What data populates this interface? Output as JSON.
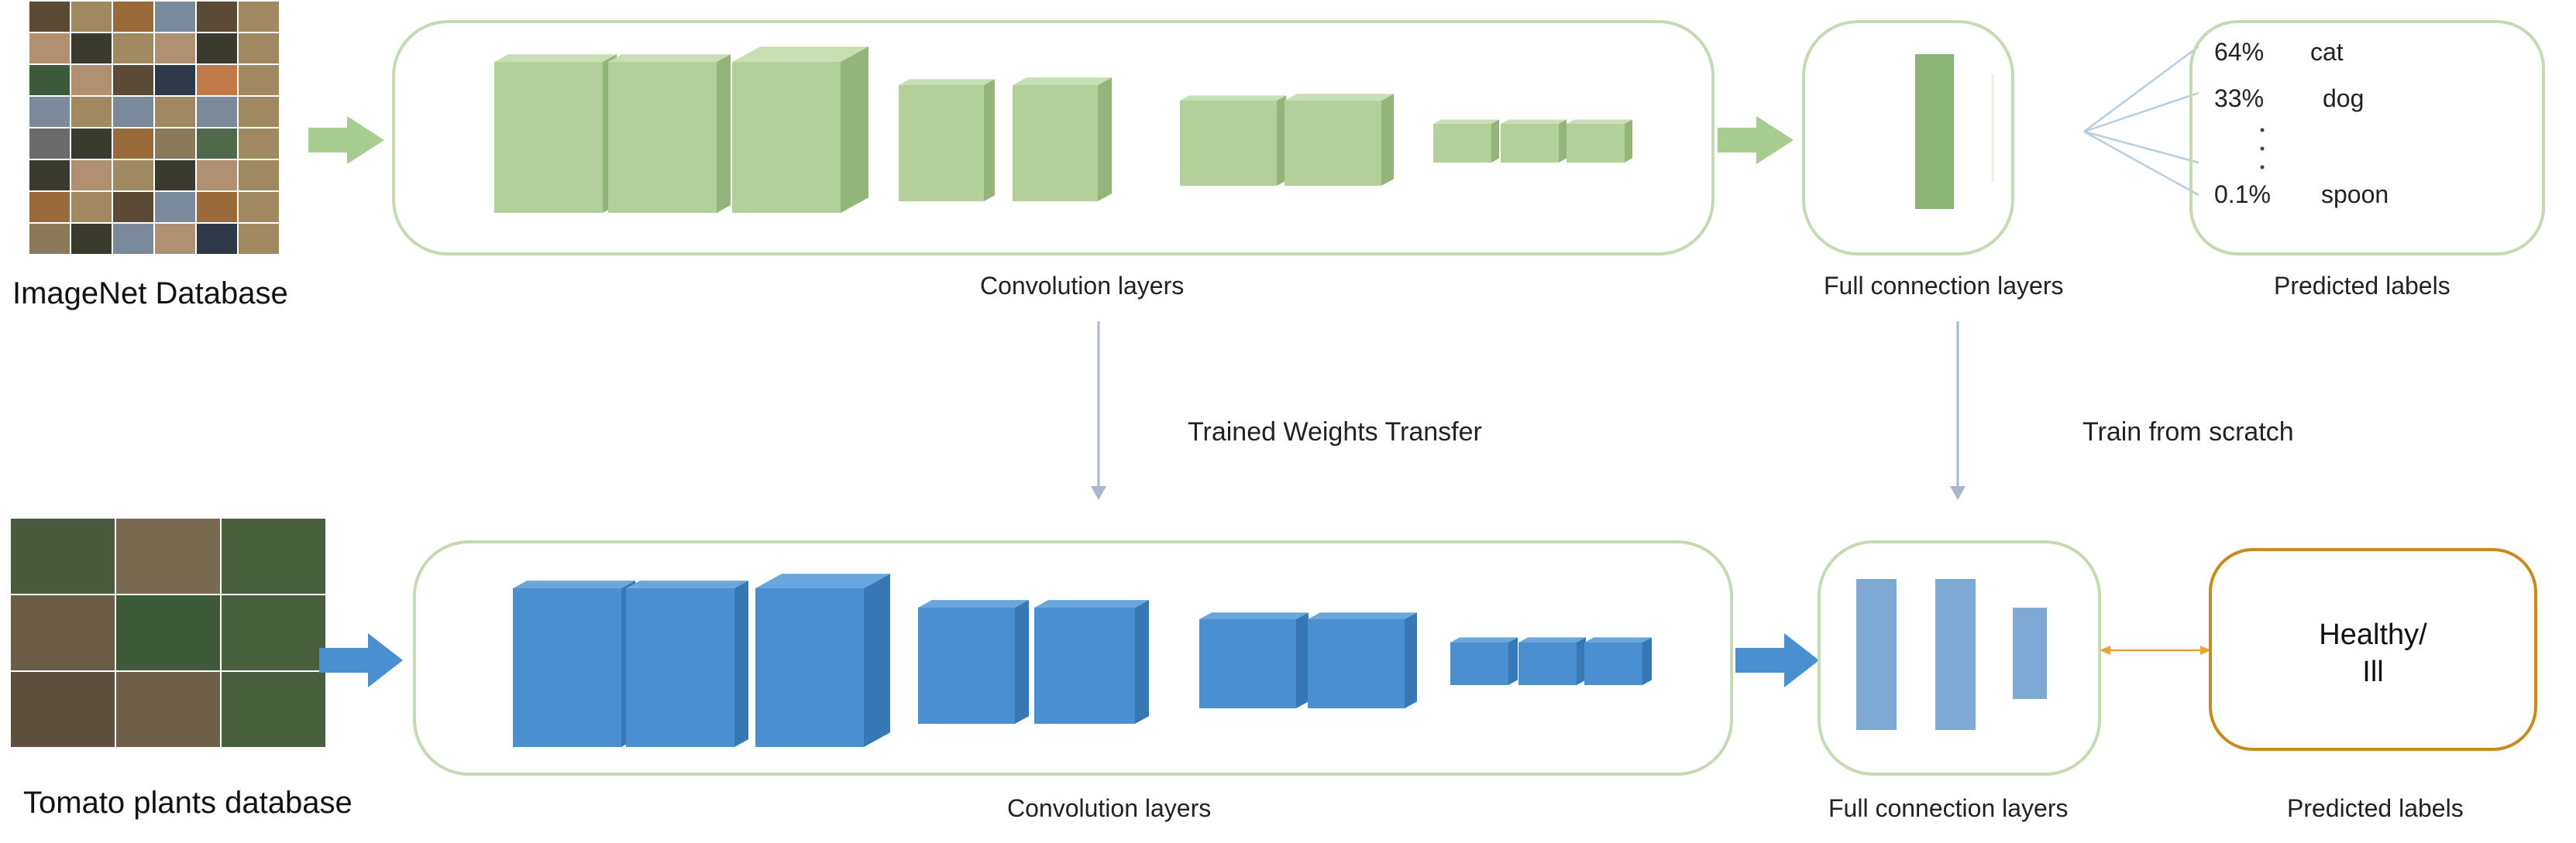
{
  "top": {
    "source_label": "ImageNet Database",
    "conv_label": "Convolution layers",
    "fc_label": "Full connection layers",
    "pred_label": "Predicted labels",
    "predictions": [
      {
        "pct": "64%",
        "label": "cat"
      },
      {
        "pct": "33%",
        "label": "dog"
      },
      {
        "pct": "0.1%",
        "label": "spoon"
      }
    ]
  },
  "transfer": {
    "weights_label": "Trained Weights Transfer",
    "scratch_label": "Train from scratch"
  },
  "bottom": {
    "source_label": "Tomato plants database",
    "conv_label": "Convolution layers",
    "fc_label": "Full connection layers",
    "pred_label": "Predicted labels",
    "output_line1": "Healthy/",
    "output_line2": "Ill"
  },
  "colors": {
    "green_front": "#b4d09a",
    "green_top": "#c8dfb3",
    "green_side": "#93b57a",
    "green_border": "#c5d9b2",
    "blue_front": "#4a8fd0",
    "blue_top": "#6aa6de",
    "blue_side": "#3777b4",
    "output_border": "#c98a1d",
    "feedback_arrow": "#e8a533"
  }
}
